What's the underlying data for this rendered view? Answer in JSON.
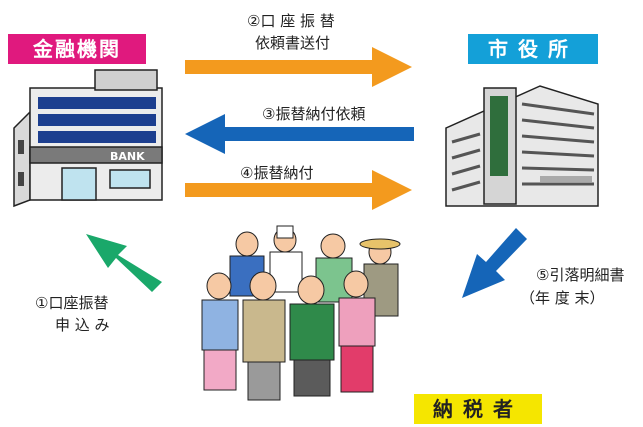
{
  "entities": {
    "bank": {
      "label": "金融機関",
      "color": "#e0197e"
    },
    "city": {
      "label": "市役所",
      "color": "#14a0d8"
    },
    "taxpayer": {
      "label": "納税者",
      "color": "#f5e600"
    }
  },
  "building_sign": "BANK",
  "steps": [
    {
      "line1": "②口 座 振 替",
      "line2": "依頼書送付"
    },
    {
      "line1": "③振替納付依頼"
    },
    {
      "line1": "④振替納付"
    },
    {
      "line1": "①口座振替",
      "line2": "申 込 み"
    },
    {
      "line1": "⑤引落明細書",
      "line2": "（年 度 末）"
    }
  ],
  "arrow_colors": {
    "orange": "#f39a1e",
    "blue": "#1565b8",
    "green": "#1aa86a"
  }
}
